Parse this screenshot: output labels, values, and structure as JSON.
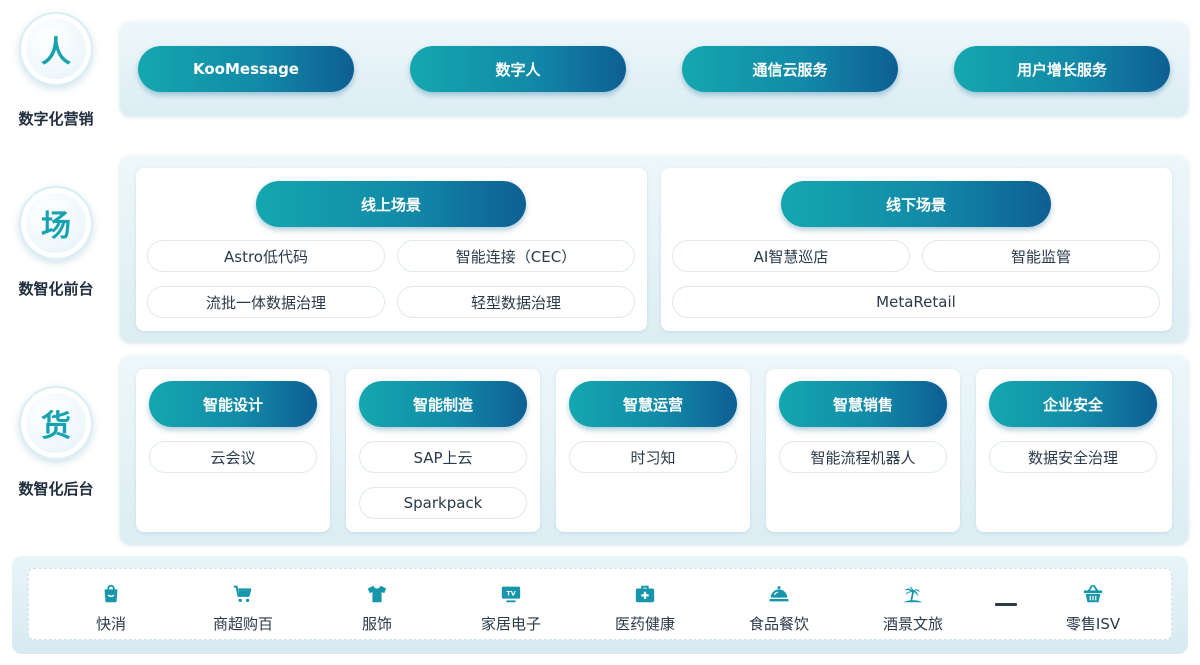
{
  "categories": [
    {
      "char": "人",
      "label": "数字化营销"
    },
    {
      "char": "场",
      "label": "数智化前台"
    },
    {
      "char": "货",
      "label": "数智化后台"
    }
  ],
  "marketing": {
    "buttons": [
      "KooMessage",
      "数字人",
      "通信云服务",
      "用户增长服务"
    ]
  },
  "frontend": {
    "online": {
      "title": "线上场景",
      "chips": [
        "Astro低代码",
        "智能连接（CEC）",
        "流批一体数据治理",
        "轻型数据治理"
      ]
    },
    "offline": {
      "title": "线下场景",
      "chips": [
        "AI智慧巡店",
        "智能监管",
        "MetaRetail"
      ]
    }
  },
  "backend": {
    "columns": [
      {
        "title": "智能设计",
        "items": [
          "云会议"
        ]
      },
      {
        "title": "智能制造",
        "items": [
          "SAP上云",
          "Sparkpack"
        ]
      },
      {
        "title": "智慧运营",
        "items": [
          "时习知"
        ]
      },
      {
        "title": "智慧销售",
        "items": [
          "智能流程机器人"
        ]
      },
      {
        "title": "企业安全",
        "items": [
          "数据安全治理"
        ]
      }
    ]
  },
  "industries": [
    {
      "label": "快消",
      "icon": "shopping-bag-icon"
    },
    {
      "label": "商超购百",
      "icon": "shopping-cart-icon"
    },
    {
      "label": "服饰",
      "icon": "tshirt-icon"
    },
    {
      "label": "家居电子",
      "icon": "tv-icon"
    },
    {
      "label": "医药健康",
      "icon": "medical-kit-icon"
    },
    {
      "label": "食品餐饮",
      "icon": "food-cloche-icon"
    },
    {
      "label": "酒景文旅",
      "icon": "palm-beach-icon"
    },
    {
      "label": "零售ISV",
      "icon": "basket-icon"
    }
  ],
  "colors": {
    "accent": "#14a7ae",
    "accent_dark": "#0e5f93",
    "icon": "#1596aa"
  }
}
